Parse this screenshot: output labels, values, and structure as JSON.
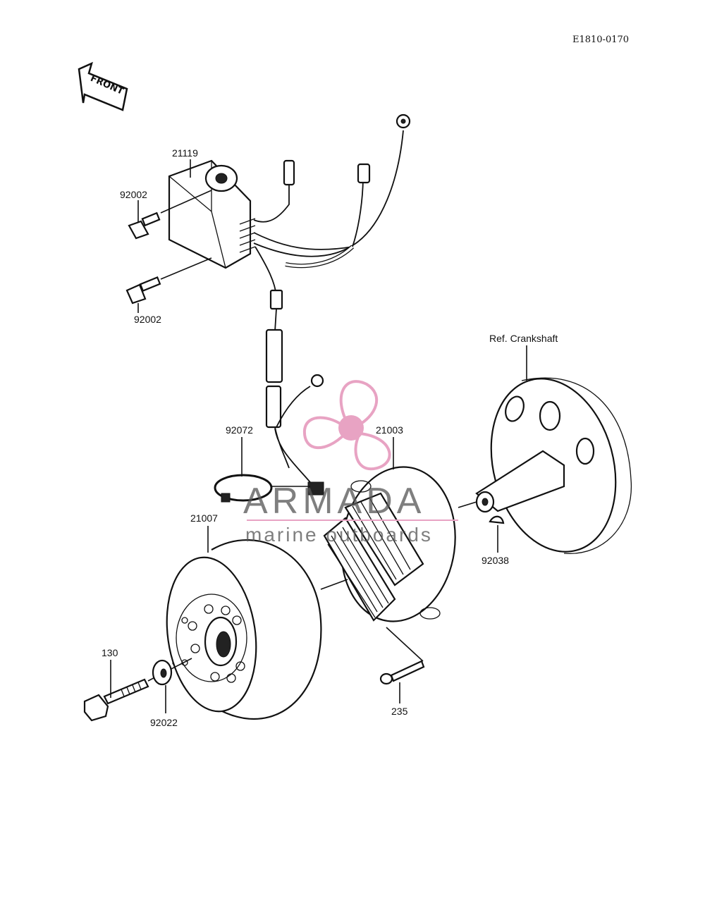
{
  "drawing_code": "E1810-0170",
  "front_label": "FRONT",
  "reference": "Ref. Crankshaft",
  "callouts": {
    "c21119": "21119",
    "c92002_top": "92002",
    "c92002_bottom": "92002",
    "c92072": "92072",
    "c21003": "21003",
    "c21007": "21007",
    "c92038": "92038",
    "c130": "130",
    "c92022": "92022",
    "c235": "235"
  },
  "watermark": {
    "brand": "ARMADA",
    "tagline": "marine outboards",
    "color": "#e8a3c3"
  }
}
